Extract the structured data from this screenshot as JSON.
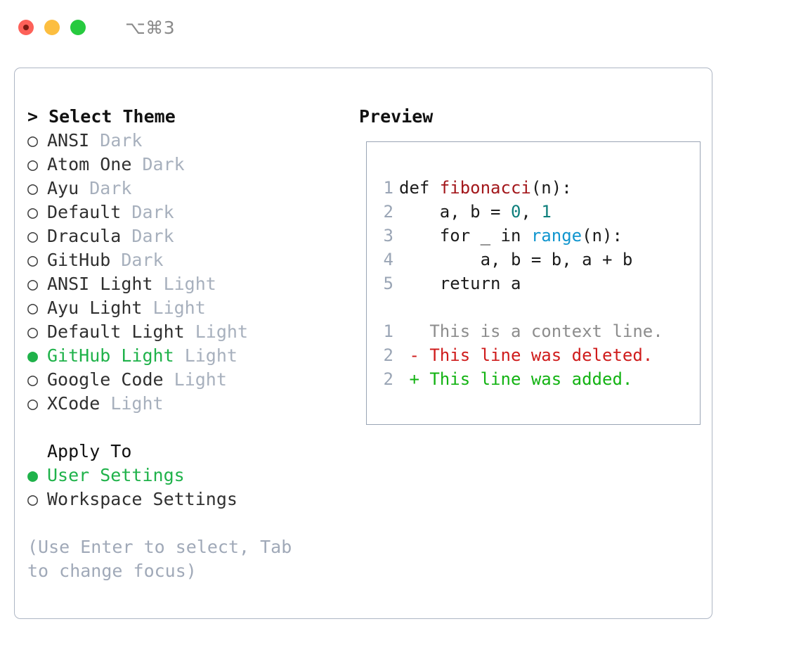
{
  "titlebar": {
    "shortcut": "⌥⌘3",
    "lights": [
      "close",
      "minimize",
      "zoom"
    ]
  },
  "theme_list": {
    "header_caret": ">",
    "header": "Select Theme",
    "unselected_marker": "○",
    "selected_marker": "●",
    "items": [
      {
        "name": "ANSI",
        "variant": "Dark",
        "selected": false
      },
      {
        "name": "Atom One",
        "variant": "Dark",
        "selected": false
      },
      {
        "name": "Ayu",
        "variant": "Dark",
        "selected": false
      },
      {
        "name": "Default",
        "variant": "Dark",
        "selected": false
      },
      {
        "name": "Dracula",
        "variant": "Dark",
        "selected": false
      },
      {
        "name": "GitHub",
        "variant": "Dark",
        "selected": false
      },
      {
        "name": "ANSI Light",
        "variant": "Light",
        "selected": false
      },
      {
        "name": "Ayu Light",
        "variant": "Light",
        "selected": false
      },
      {
        "name": "Default Light",
        "variant": "Light",
        "selected": false
      },
      {
        "name": "GitHub Light",
        "variant": "Light",
        "selected": true
      },
      {
        "name": "Google Code",
        "variant": "Light",
        "selected": false
      },
      {
        "name": "XCode",
        "variant": "Light",
        "selected": false
      }
    ]
  },
  "apply_to": {
    "header": "Apply To",
    "items": [
      {
        "label": "User Settings",
        "selected": true
      },
      {
        "label": "Workspace Settings",
        "selected": false
      }
    ]
  },
  "hint": "(Use Enter to select, Tab to change focus)",
  "preview": {
    "title": "Preview",
    "code_lines": [
      {
        "no": "1",
        "tokens": [
          {
            "t": "def ",
            "k": "plain"
          },
          {
            "t": "fibonacci",
            "k": "fn"
          },
          {
            "t": "(n):",
            "k": "plain"
          }
        ]
      },
      {
        "no": "2",
        "tokens": [
          {
            "t": "    a, b = ",
            "k": "plain"
          },
          {
            "t": "0",
            "k": "num"
          },
          {
            "t": ", ",
            "k": "plain"
          },
          {
            "t": "1",
            "k": "num"
          }
        ]
      },
      {
        "no": "3",
        "tokens": [
          {
            "t": "    for _ in ",
            "k": "plain"
          },
          {
            "t": "range",
            "k": "call"
          },
          {
            "t": "(n):",
            "k": "plain"
          }
        ]
      },
      {
        "no": "4",
        "tokens": [
          {
            "t": "        a, b = b, a + b",
            "k": "plain"
          }
        ]
      },
      {
        "no": "5",
        "tokens": [
          {
            "t": "    return a",
            "k": "plain"
          }
        ]
      }
    ],
    "diff_lines": [
      {
        "no": "1",
        "marker": " ",
        "text": "This is a context line.",
        "kind": "context"
      },
      {
        "no": "2",
        "marker": "-",
        "text": "This line was deleted.",
        "kind": "deleted"
      },
      {
        "no": "2",
        "marker": "+",
        "text": "This line was added.",
        "kind": "added"
      }
    ]
  },
  "colors": {
    "selected_green": "#1fb24a",
    "variant_gray": "#a7b0bd",
    "hint_gray": "#a0a9b8",
    "panel_border": "#aeb6c4",
    "preview_border": "#9aa5b5",
    "fn_red": "#a3171b",
    "num_teal": "#0e7f7c",
    "call_blue": "#1196cf",
    "diff_del_red": "#cf1c1c",
    "diff_add_green": "#13b313",
    "diff_ctx_gray": "#8d8d8d"
  }
}
